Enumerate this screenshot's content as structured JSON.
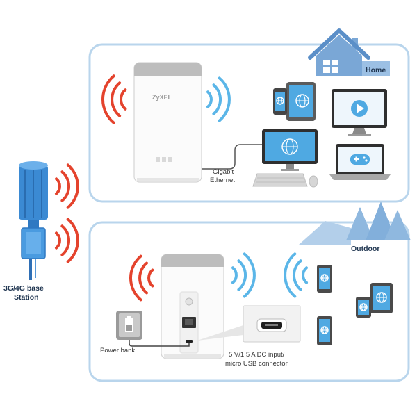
{
  "labels": {
    "home": "Home",
    "outdoor": "Outdoor",
    "router_logo": "ZyXEL",
    "ethernet_line1": "Gigabit",
    "ethernet_line2": "Ethernet",
    "base_station_line1": "3G/4G base",
    "base_station_line2": "Station",
    "power_bank": "Power bank",
    "connector_line1": "5 V/1.5 A DC input/",
    "connector_line2": "micro USB connector"
  },
  "colors": {
    "signal_red": "#e4432d",
    "wifi_blue": "#5bb6e8",
    "panel_border": "#b9d5ec",
    "icon_blue": "#7aa7d6",
    "screen_blue": "#4fa9e2"
  },
  "icons": [
    "house-icon",
    "trees-icon",
    "cell-tower-icon",
    "router-icon",
    "phone-icon",
    "tablet-icon",
    "monitor-icon",
    "play-icon",
    "desktop-icon",
    "keyboard-icon",
    "mouse-icon",
    "laptop-icon",
    "gamepad-icon",
    "power-bank-icon",
    "micro-usb-port-icon",
    "globe-icon"
  ]
}
